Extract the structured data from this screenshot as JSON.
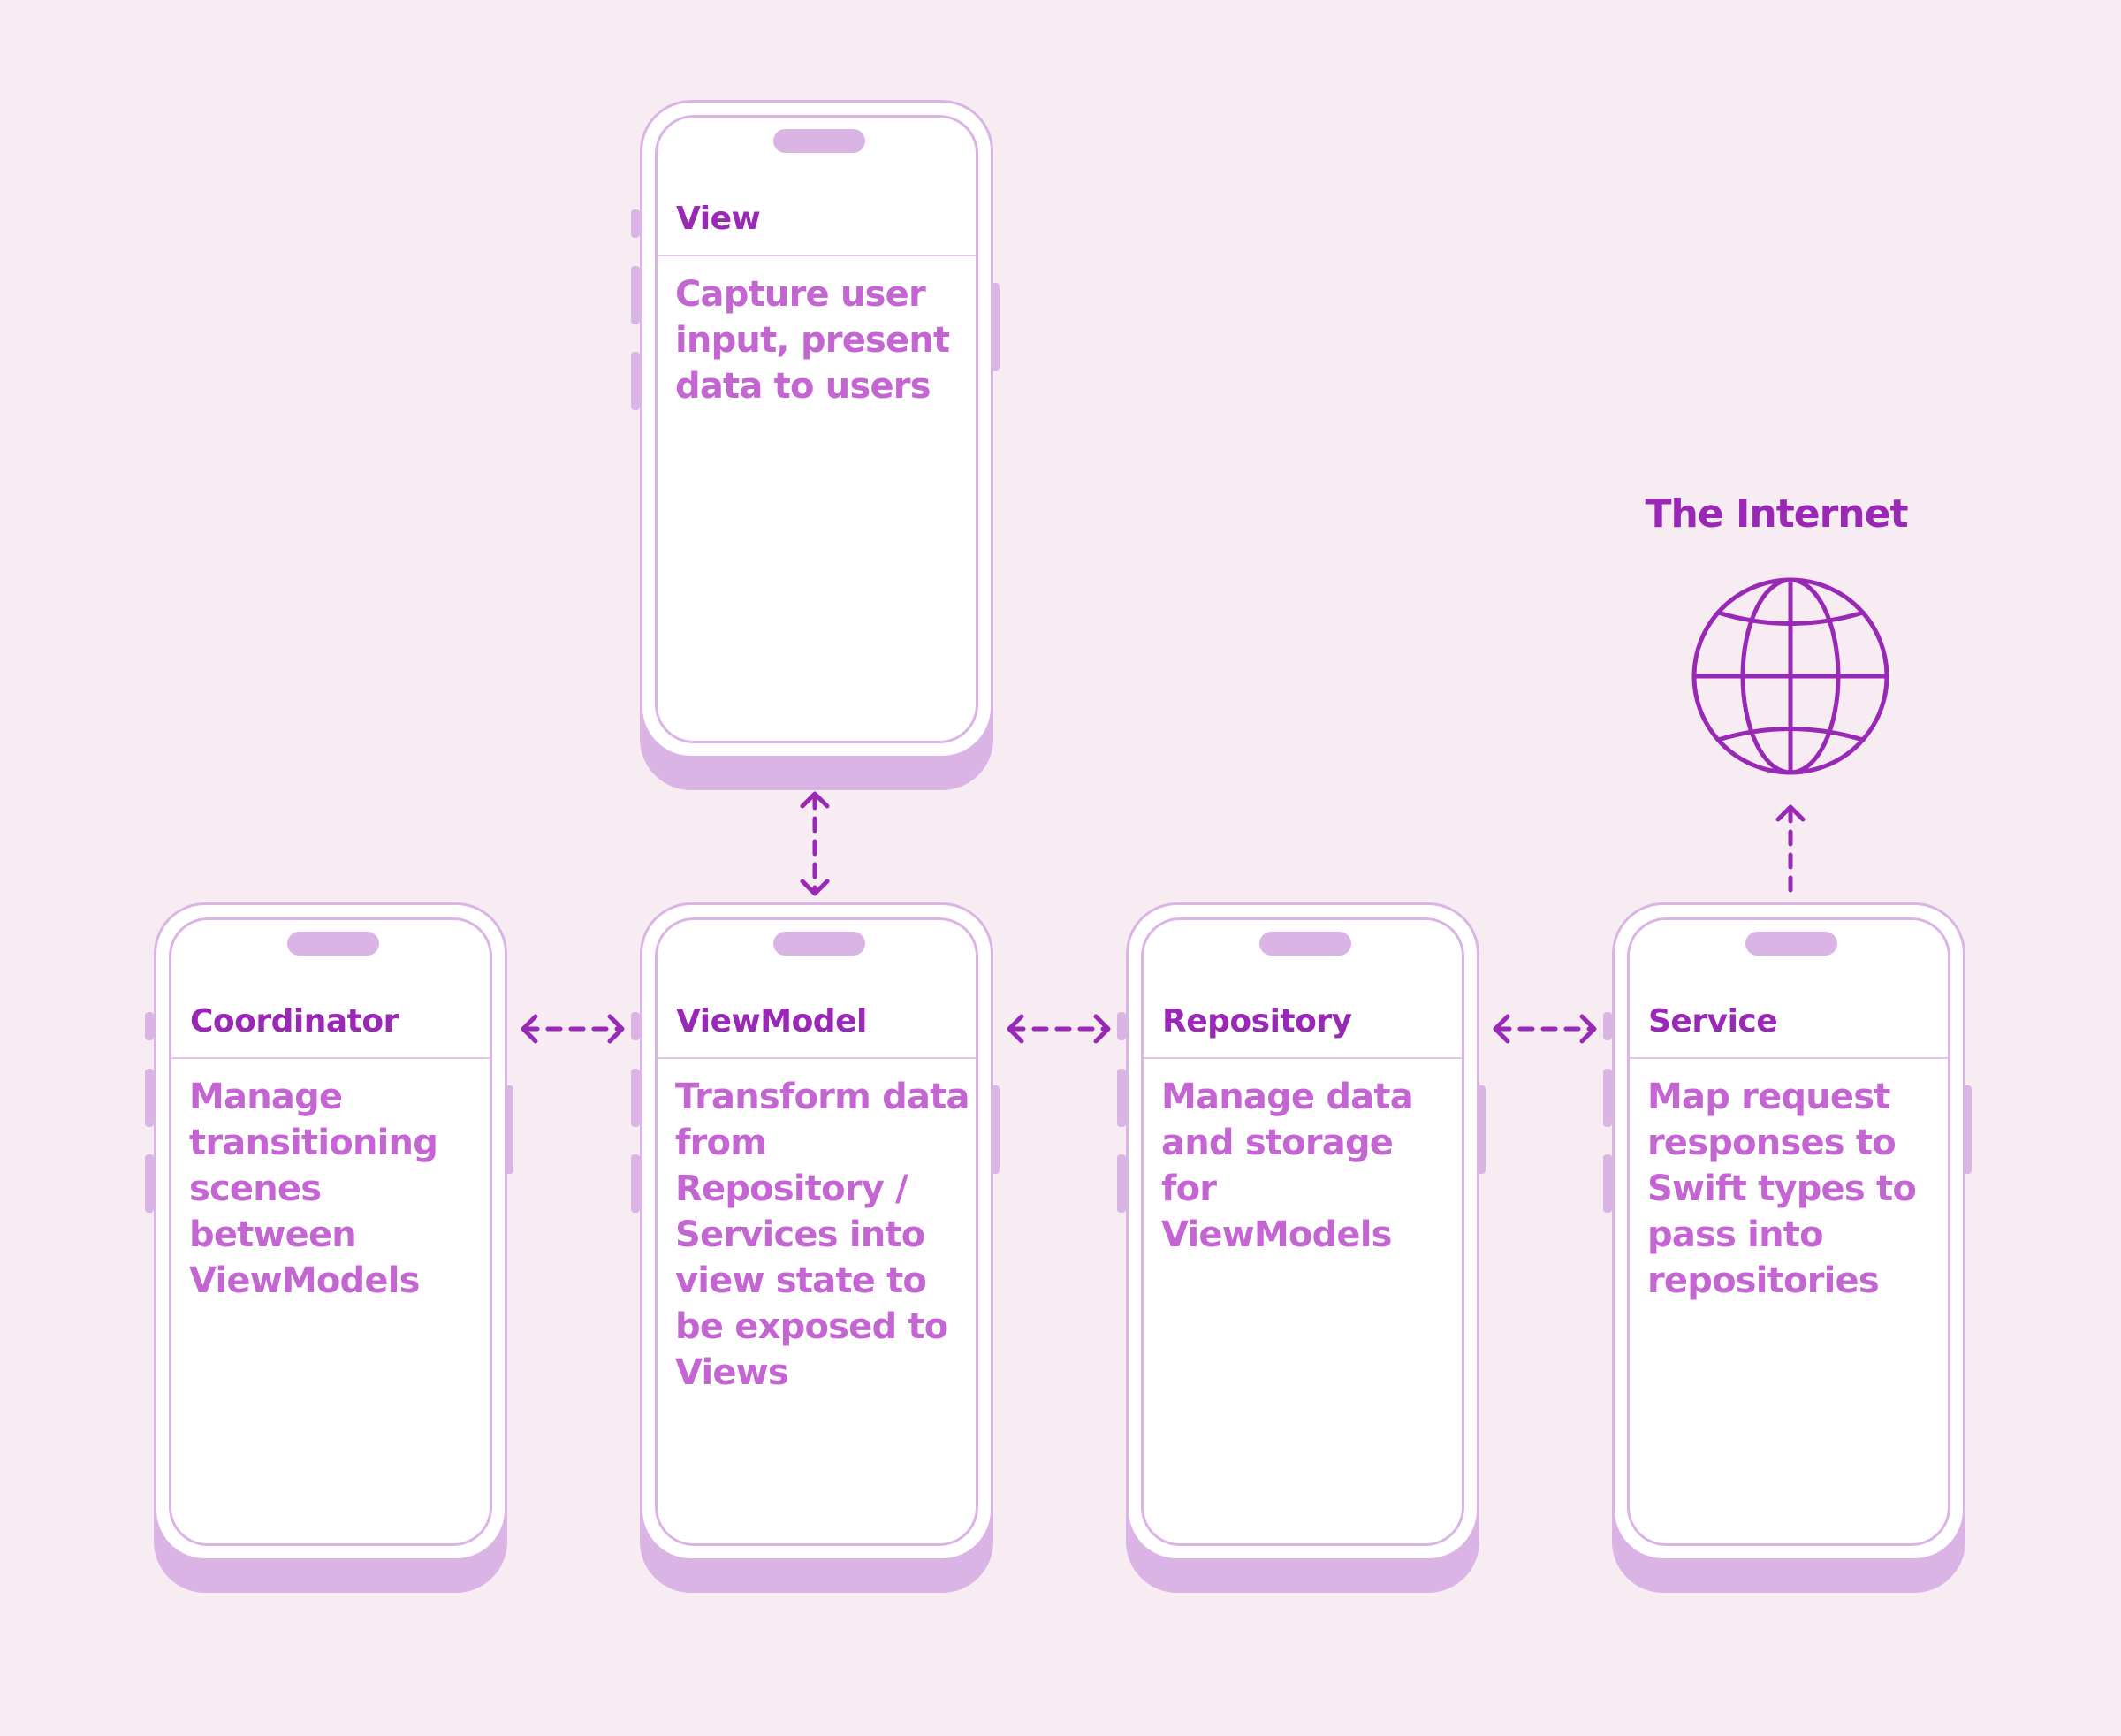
{
  "diagram": {
    "colors": {
      "background": "#f6ecf2",
      "outline": "#dbb4e6",
      "title": "#9a28b6",
      "text": "#c466d2",
      "arrow": "#9a28b6"
    },
    "nodes": {
      "view": {
        "title": "View",
        "description": "Capture user input, present data to users"
      },
      "coordinator": {
        "title": "Coordinator",
        "description": "Manage transitioning scenes between ViewModels"
      },
      "viewmodel": {
        "title": "ViewModel",
        "description": "Transform data from Repository / Services into view state to be exposed to Views"
      },
      "repository": {
        "title": "Repository",
        "description": "Manage data and storage for ViewModels"
      },
      "service": {
        "title": "Service",
        "description": "Map request responses to Swift types to pass into repositories"
      }
    },
    "internet": {
      "label": "The Internet",
      "icon": "globe-icon"
    },
    "edges": [
      {
        "from": "view",
        "to": "viewmodel",
        "style": "dashed",
        "direction": "both"
      },
      {
        "from": "coordinator",
        "to": "viewmodel",
        "style": "dashed",
        "direction": "both"
      },
      {
        "from": "viewmodel",
        "to": "repository",
        "style": "dashed",
        "direction": "both"
      },
      {
        "from": "repository",
        "to": "service",
        "style": "dashed",
        "direction": "both"
      },
      {
        "from": "service",
        "to": "internet",
        "style": "dashed",
        "direction": "forward"
      }
    ]
  }
}
